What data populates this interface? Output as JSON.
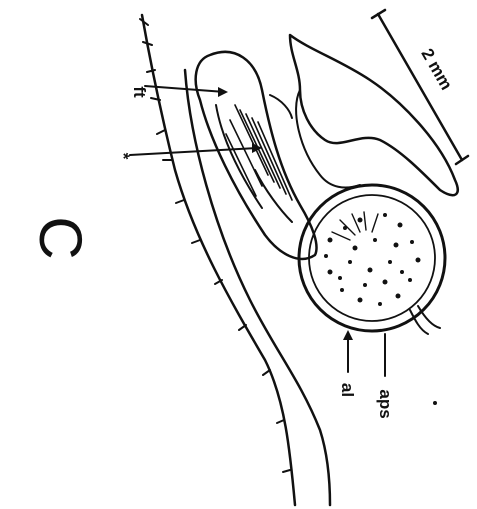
{
  "panel_letter": "C",
  "scale_bar": {
    "label": "2 mm"
  },
  "labels": {
    "top_arrow": "ft",
    "middle_arrow": "*",
    "lower_left": "al",
    "lower_right": "aps"
  },
  "colors": {
    "ink": "#111111",
    "background": "#ffffff"
  }
}
